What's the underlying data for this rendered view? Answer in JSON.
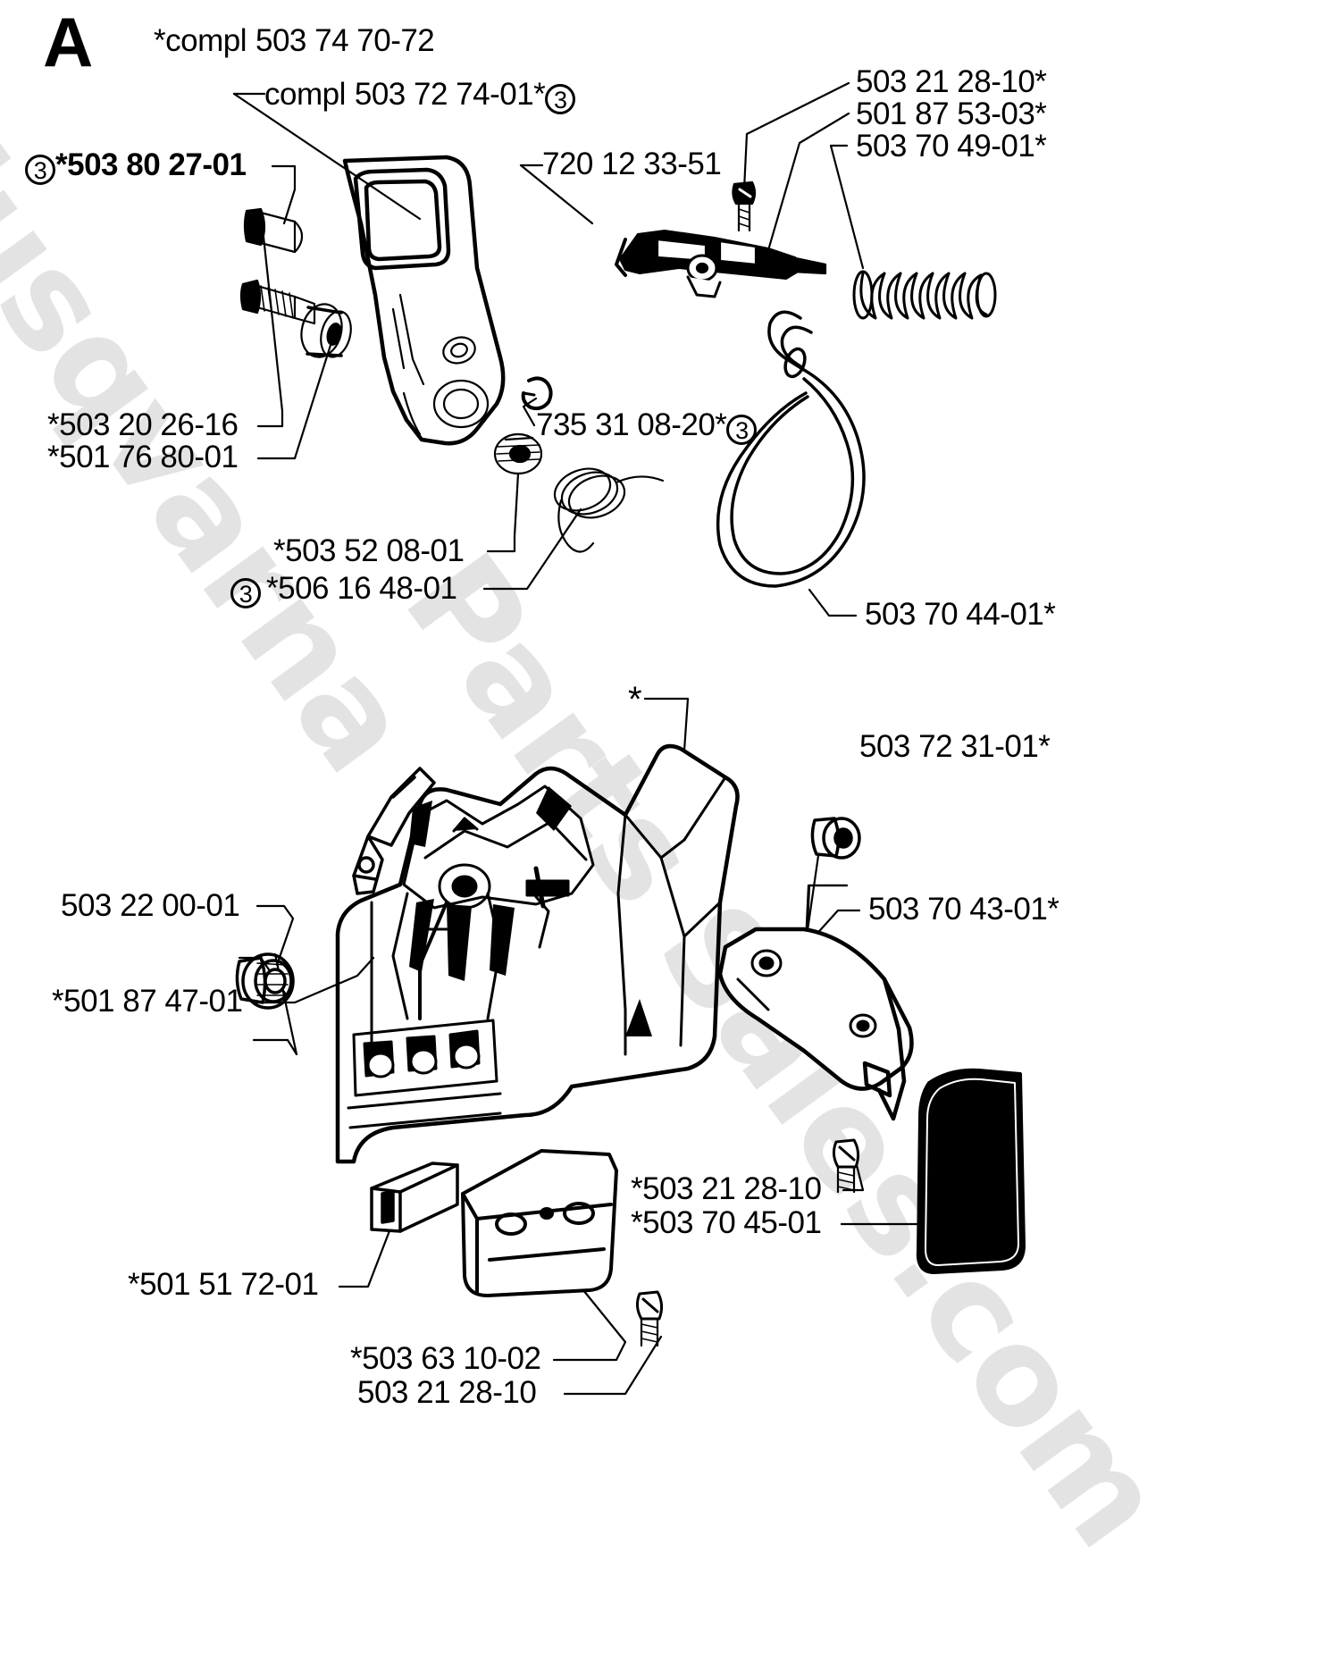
{
  "diagram": {
    "section_letter": "A",
    "title_note": "*compl 503 74 70-72",
    "watermark_text": "HusqvarnaPartsSales.com",
    "watermark_line1": "Husqvarna",
    "watermark_line2": "Parts Sales.com",
    "ink_color": "#000000",
    "background_color": "#ffffff",
    "watermark_color": "#e3e3e3"
  },
  "labels": {
    "compl_top": {
      "prefix": "*compl",
      "number": "503 74 70-72"
    },
    "compl_second": {
      "prefix": "compl",
      "number": "503 72 74-01*",
      "qty_badge": "3"
    },
    "brake_handle": {
      "qty_badge": "3",
      "text": "*503 80 27-01"
    },
    "link_pin": {
      "text": "720 12 33-51"
    },
    "screw_top": {
      "text": "503 21 28-10*"
    },
    "lever_mech": {
      "text": "501 87 53-03*"
    },
    "spring_coil": {
      "text": "503  70 49-01*"
    },
    "bolt_long": {
      "text": "*503 20 26-16"
    },
    "bolt_short": {
      "text": "*501 76 80-01"
    },
    "circlip": {
      "text": "735 31 08-20*",
      "qty_badge": "3"
    },
    "knob_washer": {
      "text": "*503 52 08-01"
    },
    "torsion_spring": {
      "qty_badge": "3",
      "text": "*506 16 48-01"
    },
    "brake_band": {
      "text": "503 70 44-01*"
    },
    "clip_small": {
      "text": "*501 87 47-01"
    },
    "nut_flange": {
      "text": "503 22 00-01"
    },
    "asterisk_only": {
      "text": "*"
    },
    "cover_inner": {
      "text": "503 72 31-01*"
    },
    "bumper_spike_plate": {
      "text": "503 70 43-01*"
    },
    "screw_mid": {
      "text": "*503 21 28-10"
    },
    "guard_pad": {
      "text": "*503 70 45-01"
    },
    "insert_strip": {
      "text": "*501 51 72-01"
    },
    "plate_lower": {
      "text": "*503 63 10-02"
    },
    "screw_lower": {
      "text": "503 21 28-10"
    }
  }
}
